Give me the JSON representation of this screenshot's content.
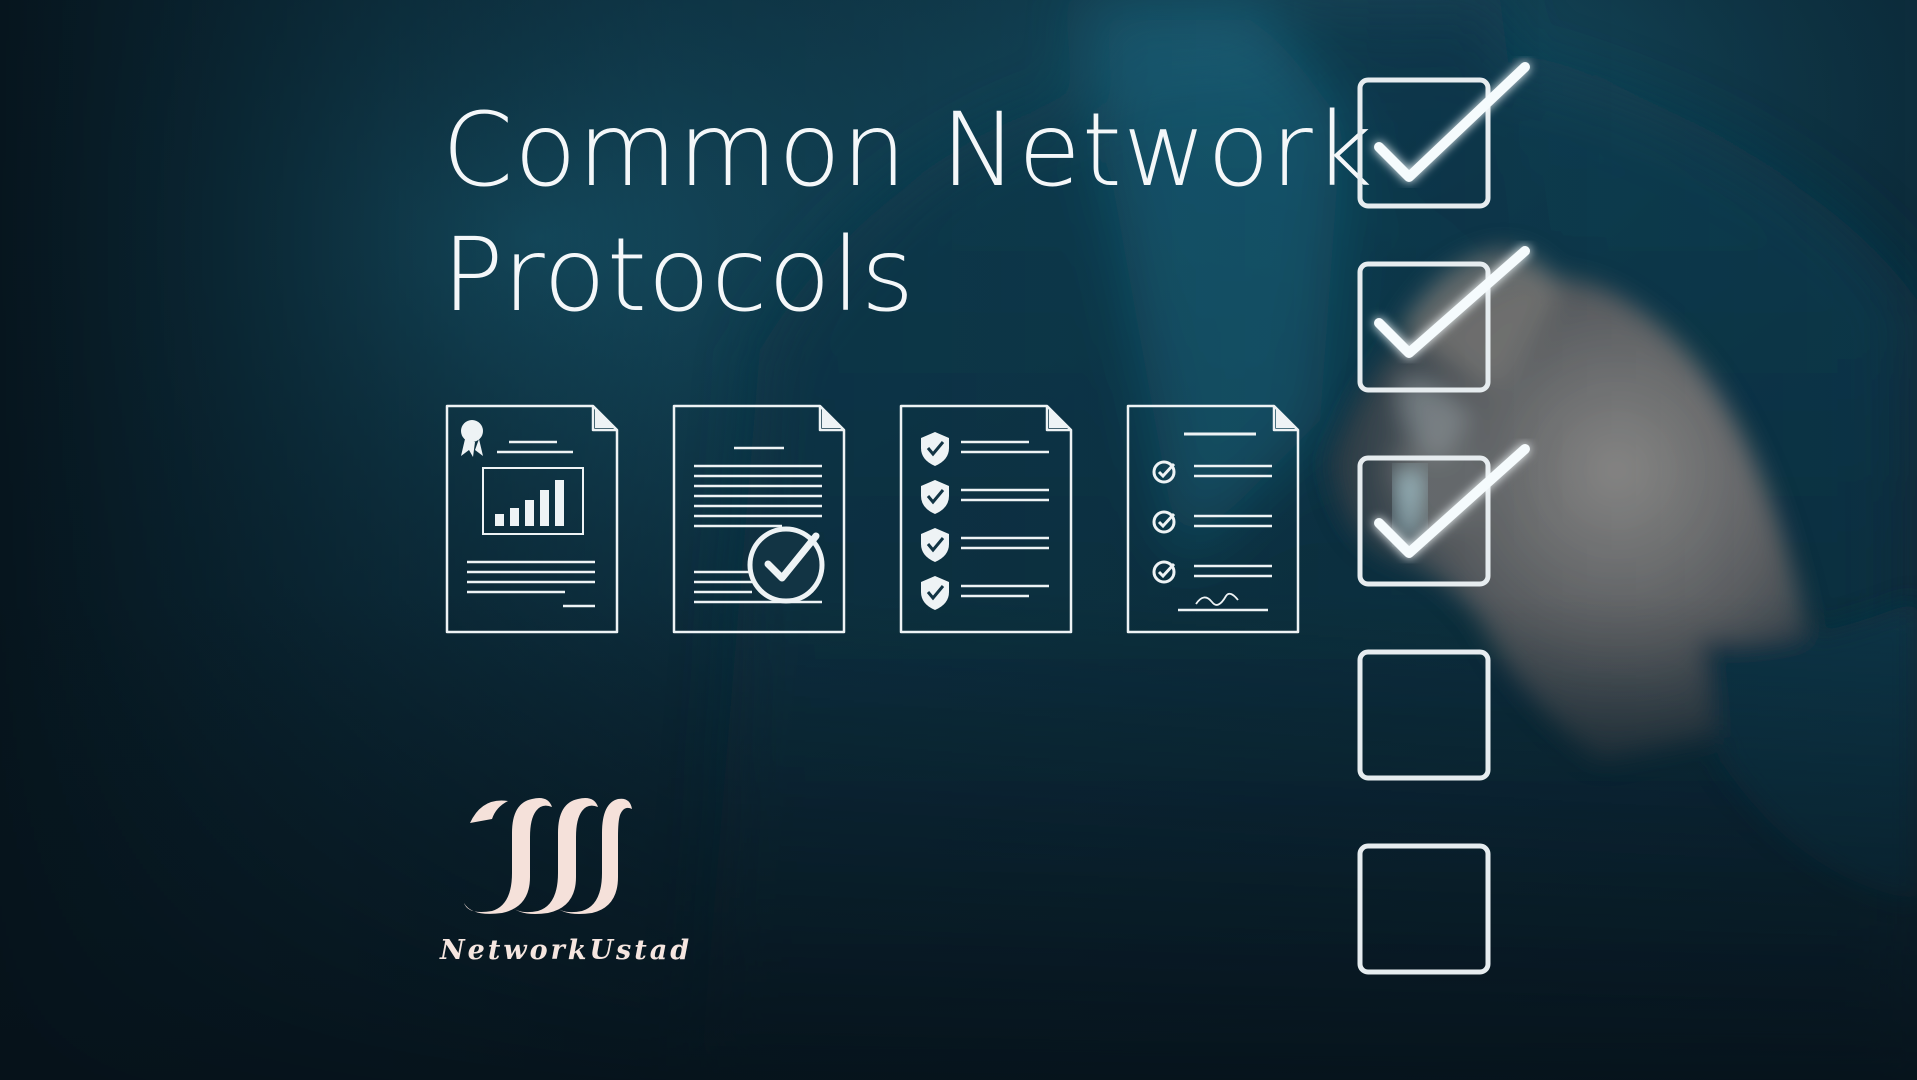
{
  "title": {
    "line1": "Common Network",
    "line2": "Protocols"
  },
  "logo": {
    "text": "NetworkUstad",
    "mark_color": "#f5e1da"
  },
  "documents": [
    {
      "icon": "report-chart-document-icon"
    },
    {
      "icon": "approved-document-icon"
    },
    {
      "icon": "security-checklist-document-icon"
    },
    {
      "icon": "signed-checklist-document-icon"
    }
  ],
  "checklist": [
    {
      "checked": true
    },
    {
      "checked": true
    },
    {
      "checked": true
    },
    {
      "checked": false
    },
    {
      "checked": false
    }
  ],
  "colors": {
    "background": "#0a2230",
    "accent_teal": "#1c5c70",
    "line": "#eef3f5"
  }
}
